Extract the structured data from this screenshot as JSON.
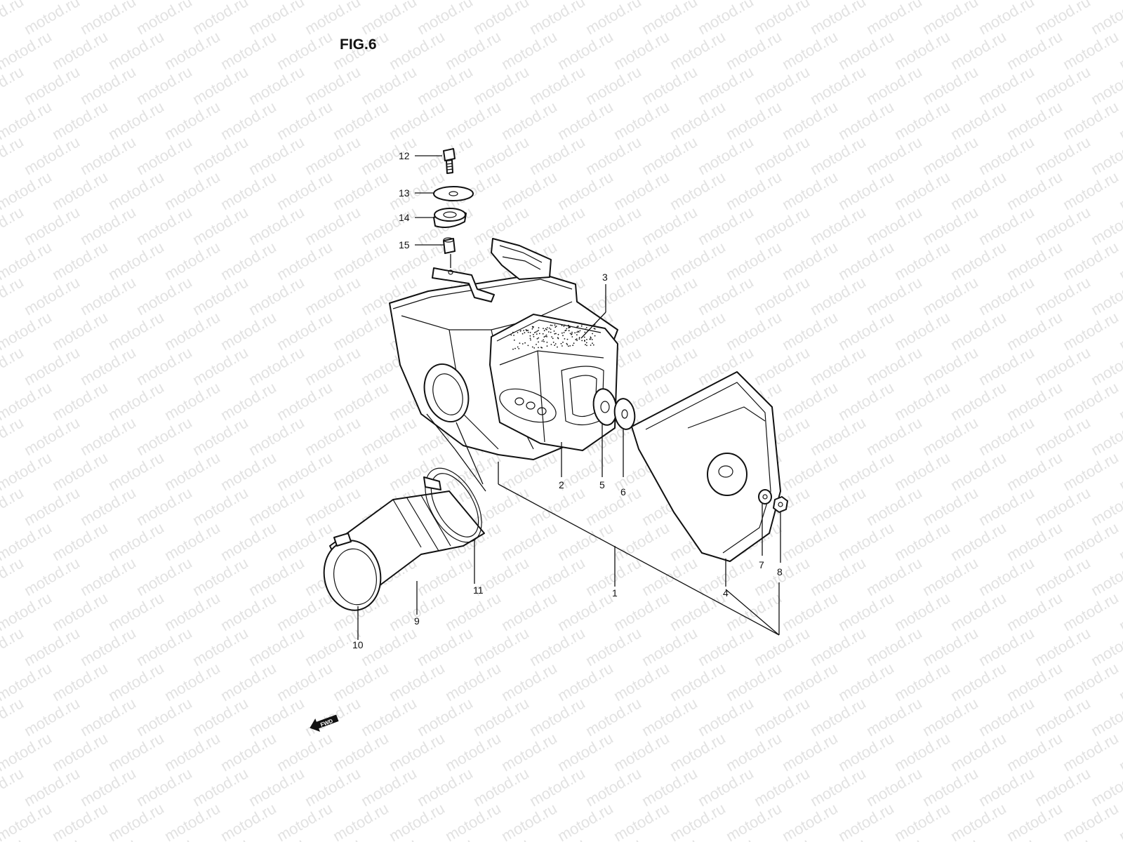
{
  "figure": {
    "title": "FIG.6"
  },
  "watermark": "motod.ru",
  "fwd_label": "FWD",
  "callouts": [
    "1",
    "2",
    "3",
    "4",
    "5",
    "6",
    "7",
    "8",
    "9",
    "10",
    "11",
    "12",
    "13",
    "14",
    "15"
  ]
}
